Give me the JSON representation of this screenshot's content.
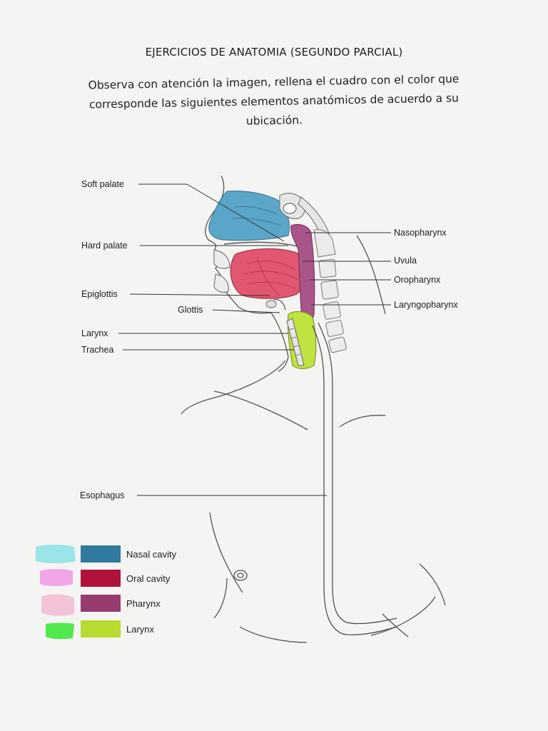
{
  "page": {
    "title": "EJERCICIOS DE ANATOMIA (SEGUNDO PARCIAL)",
    "instructions": "Observa con atención la imagen, rellena el cuadro con el color que corresponde las siguientes elementos anatómicos de acuerdo a su ubicación."
  },
  "labels": {
    "soft_palate": "Soft palate",
    "hard_palate": "Hard palate",
    "epiglottis": "Epiglottis",
    "glottis": "Glottis",
    "larynx": "Larynx",
    "trachea": "Trachea",
    "esophagus": "Esophagus",
    "nasopharynx": "Nasopharynx",
    "uvula": "Uvula",
    "oropharynx": "Oropharynx",
    "laryngopharynx": "Laryngopharynx"
  },
  "legend": [
    {
      "label": "Nasal cavity",
      "color": "#2f7a9e",
      "marker_color": "#8fe3e6"
    },
    {
      "label": "Oral cavity",
      "color": "#b0123a",
      "marker_color": "#f19ce6"
    },
    {
      "label": "Pharynx",
      "color": "#973a6e",
      "marker_color": "#f2bdd6"
    },
    {
      "label": "Larynx",
      "color": "#b5dc2e",
      "marker_color": "#3fe63c"
    }
  ],
  "colors": {
    "nasal_cavity_fill": "#5aa6c8",
    "oral_cavity_fill": "#e2566f",
    "pharynx_fill": "#a9558a",
    "larynx_fill": "#bfe33f",
    "line": "#333333"
  }
}
